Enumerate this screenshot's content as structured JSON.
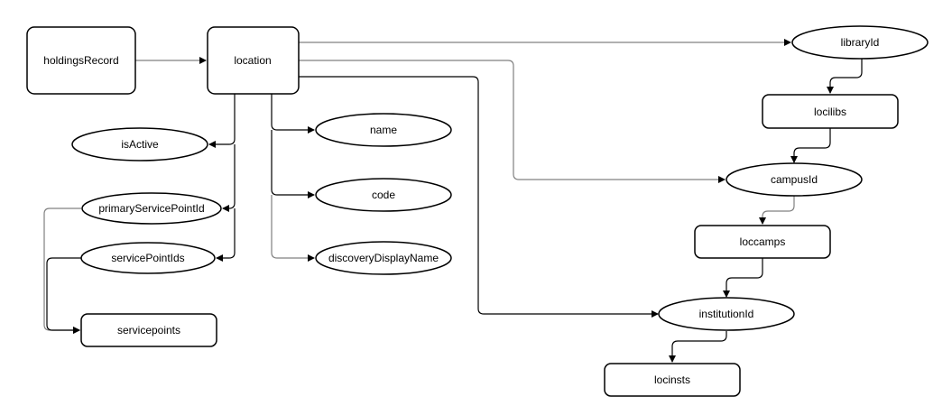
{
  "colors": {
    "node_stroke": "#000000",
    "node_fill": "#ffffff",
    "edge_dark": "#000000",
    "edge_gray": "#808080",
    "text": "#000000"
  },
  "nodes": {
    "holdingsRecord": "holdingsRecord",
    "location": "location",
    "isActive": "isActive",
    "primaryServicePointId": "primaryServicePointId",
    "servicePointIds": "servicePointIds",
    "servicepoints": "servicepoints",
    "name": "name",
    "code": "code",
    "discoveryDisplayName": "discoveryDisplayName",
    "libraryId": "libraryId",
    "locilibs": "locilibs",
    "campusId": "campusId",
    "loccamps": "loccamps",
    "institutionId": "institutionId",
    "locinsts": "locinsts"
  },
  "edges": [
    {
      "from": "holdingsRecord",
      "to": "location",
      "style": "gray"
    },
    {
      "from": "location",
      "to": "libraryId",
      "style": "gray"
    },
    {
      "from": "location",
      "to": "campusId",
      "style": "gray"
    },
    {
      "from": "location",
      "to": "institutionId",
      "style": "dark"
    },
    {
      "from": "location",
      "to": "isActive",
      "style": "dark"
    },
    {
      "from": "location",
      "to": "primaryServicePointId",
      "style": "dark"
    },
    {
      "from": "location",
      "to": "servicePointIds",
      "style": "dark"
    },
    {
      "from": "location",
      "to": "name",
      "style": "dark"
    },
    {
      "from": "location",
      "to": "code",
      "style": "dark"
    },
    {
      "from": "location",
      "to": "discoveryDisplayName",
      "style": "gray"
    },
    {
      "from": "primaryServicePointId",
      "to": "servicepoints",
      "style": "gray"
    },
    {
      "from": "servicePointIds",
      "to": "servicepoints",
      "style": "dark"
    },
    {
      "from": "libraryId",
      "to": "locilibs",
      "style": "dark"
    },
    {
      "from": "locilibs",
      "to": "campusId",
      "style": "dark"
    },
    {
      "from": "campusId",
      "to": "loccamps",
      "style": "gray"
    },
    {
      "from": "loccamps",
      "to": "institutionId",
      "style": "dark"
    },
    {
      "from": "institutionId",
      "to": "locinsts",
      "style": "dark"
    }
  ]
}
